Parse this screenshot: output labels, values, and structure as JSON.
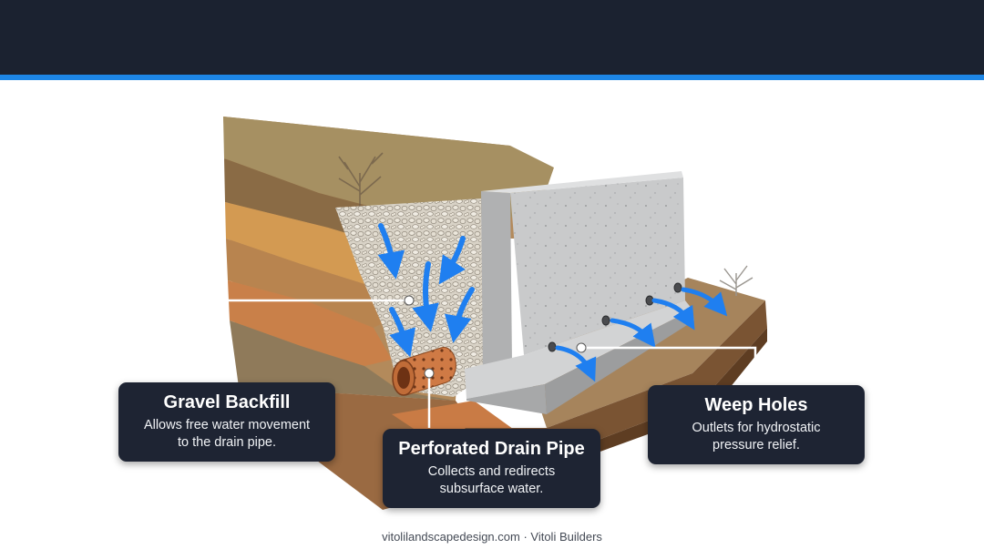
{
  "callouts": {
    "gravel": {
      "title": "Gravel Backfill",
      "line1": "Allows free water movement",
      "line2": "to the drain pipe."
    },
    "pipe": {
      "title": "Perforated Drain Pipe",
      "line1": "Collects and redirects",
      "line2": "subsurface water."
    },
    "weep": {
      "title": "Weep Holes",
      "line1": "Outlets for hydrostatic",
      "line2": "pressure relief."
    }
  },
  "footer": {
    "text": "vitolilandscapedesign.com · Vitoli Builders"
  },
  "colors": {
    "header": "#1b2230",
    "accent": "#1d86e6",
    "callout_bg": "#1e2433",
    "water_arrow": "#1f7ff0",
    "pipe": "#cf7a45",
    "concrete": "#c8c9ca"
  }
}
